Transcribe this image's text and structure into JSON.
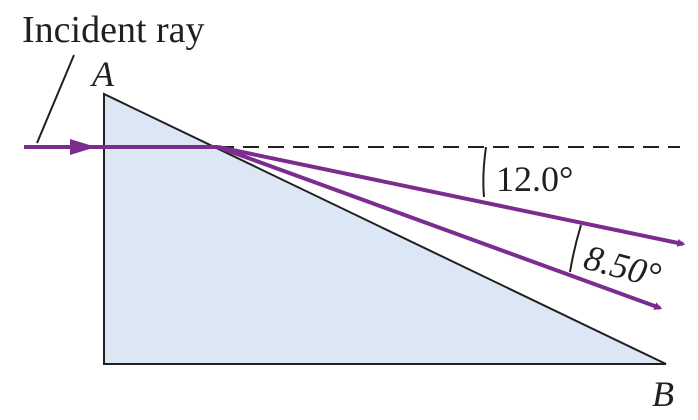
{
  "labels": {
    "incident_ray": "Incident ray",
    "vertex_a": "A",
    "vertex_b": "B",
    "angle_upper": "12.0°",
    "angle_lower": "8.50°"
  },
  "angles_deg": {
    "upper_ray_deviation": 12.0,
    "lower_ray_deviation": 8.5
  },
  "colors": {
    "prism_fill": "#dbe7f4",
    "prism_stroke": "#231f20",
    "ray": "#7b2c8f",
    "dashed_line": "#231f20",
    "text": "#231f20"
  }
}
